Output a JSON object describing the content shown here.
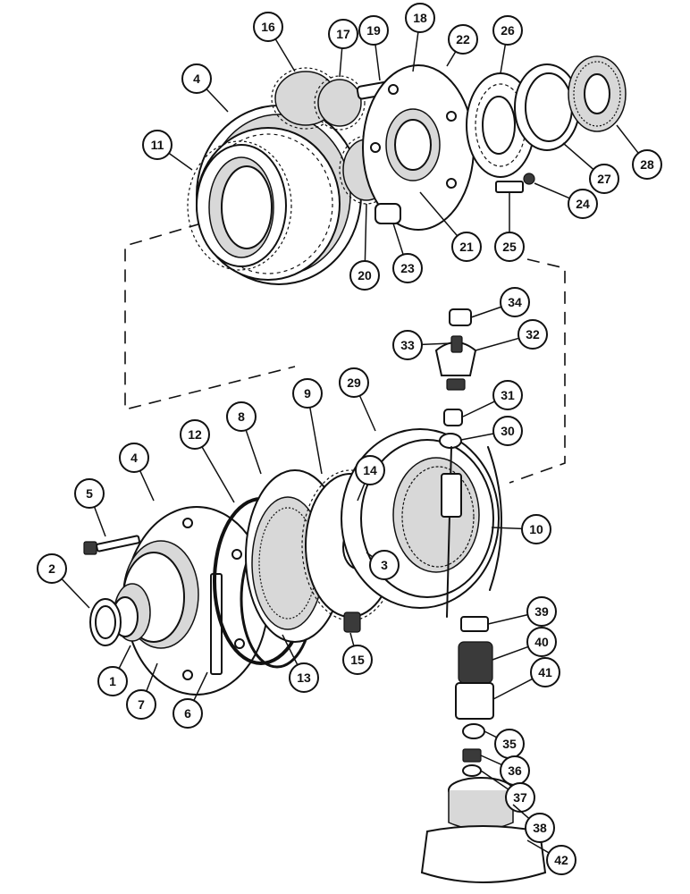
{
  "callouts": [
    "1",
    "2",
    "3",
    "4",
    "4",
    "5",
    "6",
    "7",
    "8",
    "9",
    "10",
    "11",
    "12",
    "13",
    "14",
    "15",
    "16",
    "17",
    "18",
    "19",
    "20",
    "21",
    "22",
    "23",
    "24",
    "25",
    "26",
    "27",
    "28",
    "29",
    "30",
    "31",
    "32",
    "33",
    "34",
    "35",
    "36",
    "37",
    "38",
    "39",
    "40",
    "41",
    "42"
  ],
  "colors": {
    "ink": "#111111",
    "background": "#ffffff",
    "shade": "#d8d8d8"
  }
}
